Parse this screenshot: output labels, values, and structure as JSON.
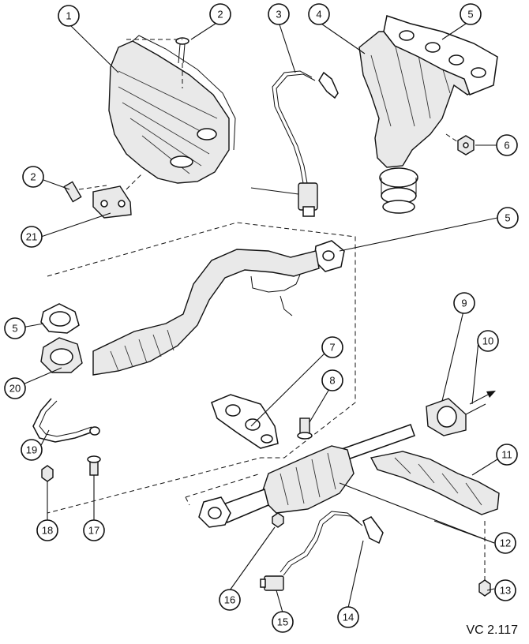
{
  "diagram": {
    "reference_code": "VC 2.117",
    "callouts": [
      "1",
      "2",
      "3",
      "4",
      "5",
      "6",
      "7",
      "8",
      "9",
      "10",
      "11",
      "12",
      "13",
      "14",
      "15",
      "16",
      "17",
      "18",
      "19",
      "20",
      "21"
    ]
  }
}
